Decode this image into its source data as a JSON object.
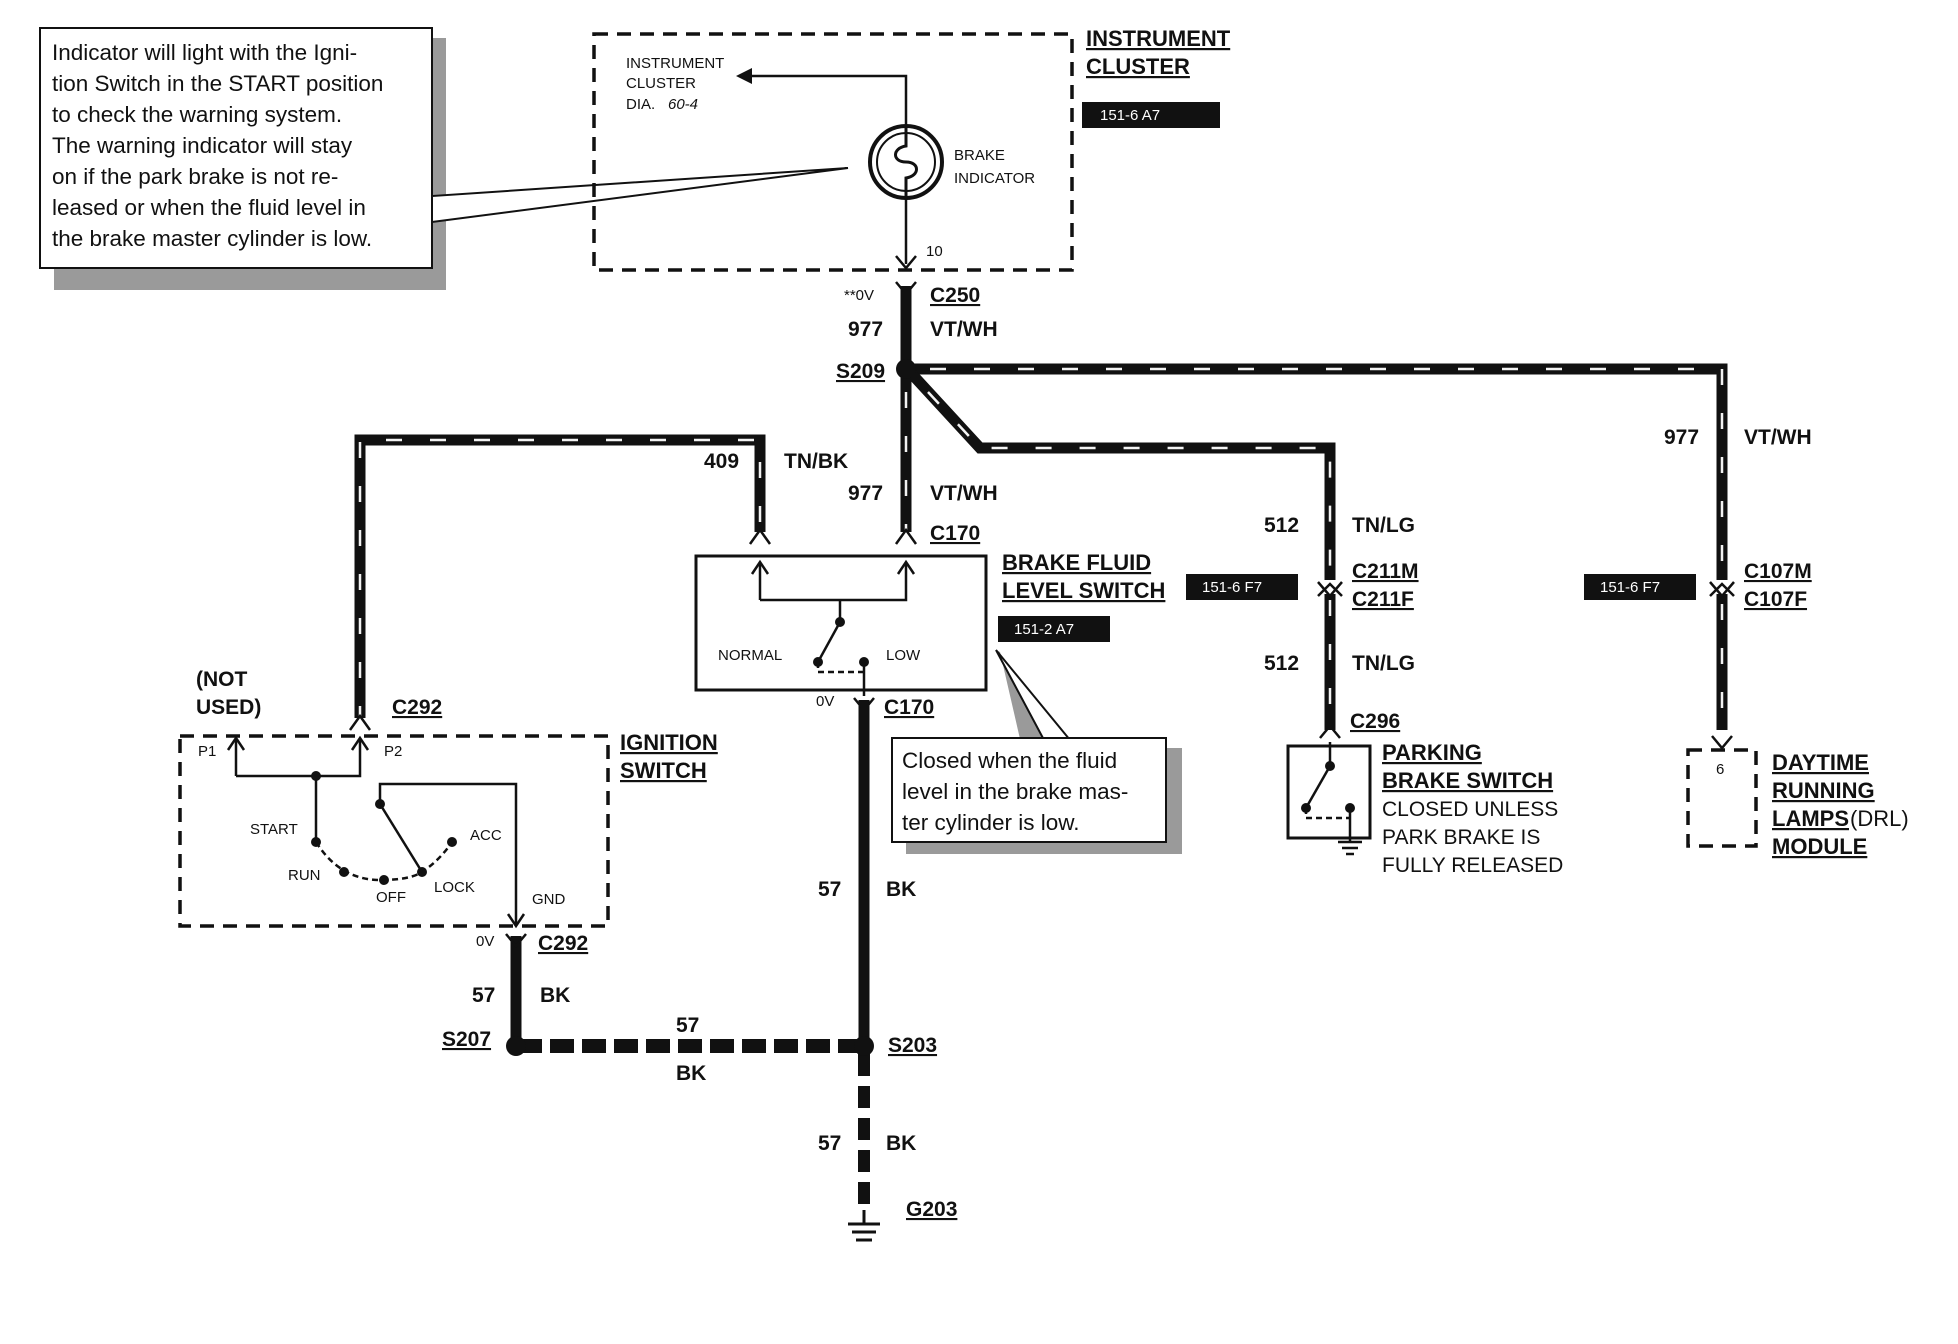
{
  "notes": {
    "indicator": [
      "Indicator will light with the Igni-",
      "tion Switch in the START position",
      "to check the warning system.",
      "The warning indicator will stay",
      "on if the park brake is not re-",
      "leased or when the fluid level in",
      "the brake master cylinder is low."
    ],
    "fluid_switch": [
      "Closed when the fluid",
      "level in the brake mas-",
      "ter cylinder is low."
    ]
  },
  "components": {
    "instrument_cluster": {
      "title_1": "INSTRUMENT",
      "title_2": "CLUSTER",
      "ref": "151-6 A7",
      "inner_1": "INSTRUMENT",
      "inner_2": "CLUSTER",
      "inner_3": "DIA.",
      "inner_3b": "60-4",
      "indicator_1": "BRAKE",
      "indicator_2": "INDICATOR",
      "pin": "10"
    },
    "brake_fluid_switch": {
      "title_1": "BRAKE FLUID",
      "title_2": "LEVEL SWITCH",
      "ref": "151-2 A7",
      "normal": "NORMAL",
      "low": "LOW"
    },
    "ignition_switch": {
      "title_1": "IGNITION",
      "title_2": "SWITCH",
      "not_used_1": "(NOT",
      "not_used_2": "USED)",
      "p1": "P1",
      "p2": "P2",
      "start": "START",
      "run": "RUN",
      "off": "OFF",
      "lock": "LOCK",
      "acc": "ACC",
      "gnd": "GND"
    },
    "parking_brake_switch": {
      "title_1": "PARKING",
      "title_2": "BRAKE SWITCH",
      "desc_1": "CLOSED UNLESS",
      "desc_2": "PARK BRAKE IS",
      "desc_3": "FULLY RELEASED"
    },
    "drl_module": {
      "title_1": "DAYTIME",
      "title_2": "RUNNING",
      "title_3": "LAMPS",
      "title_3b": "(DRL)",
      "title_4": "MODULE",
      "pin": "6"
    }
  },
  "connectors": {
    "c250": "C250",
    "c250_volt": "**0V",
    "c170_top": "C170",
    "c170_bottom": "C170",
    "c170_volt": "0V",
    "c292_top": "C292",
    "c292_bottom": "C292",
    "c292_volt": "0V",
    "c211m": "C211M",
    "c211f": "C211F",
    "c211_ref": "151-6 F7",
    "c107m": "C107M",
    "c107f": "C107F",
    "c107_ref": "151-6 F7",
    "c296": "C296"
  },
  "splices": {
    "s209": "S209",
    "s207": "S207",
    "s203": "S203",
    "g203": "G203"
  },
  "wires": {
    "w977_a": {
      "circuit": "977",
      "color": "VT/WH"
    },
    "w977_b": {
      "circuit": "977",
      "color": "VT/WH"
    },
    "w977_c": {
      "circuit": "977",
      "color": "VT/WH"
    },
    "w409": {
      "circuit": "409",
      "color": "TN/BK"
    },
    "w512_a": {
      "circuit": "512",
      "color": "TN/LG"
    },
    "w512_b": {
      "circuit": "512",
      "color": "TN/LG"
    },
    "w57_a": {
      "circuit": "57",
      "color": "BK"
    },
    "w57_b": {
      "circuit": "57",
      "color": "BK"
    },
    "w57_c": {
      "circuit": "57",
      "color": "BK"
    },
    "w57_d": {
      "circuit": "57",
      "color": "BK"
    }
  }
}
